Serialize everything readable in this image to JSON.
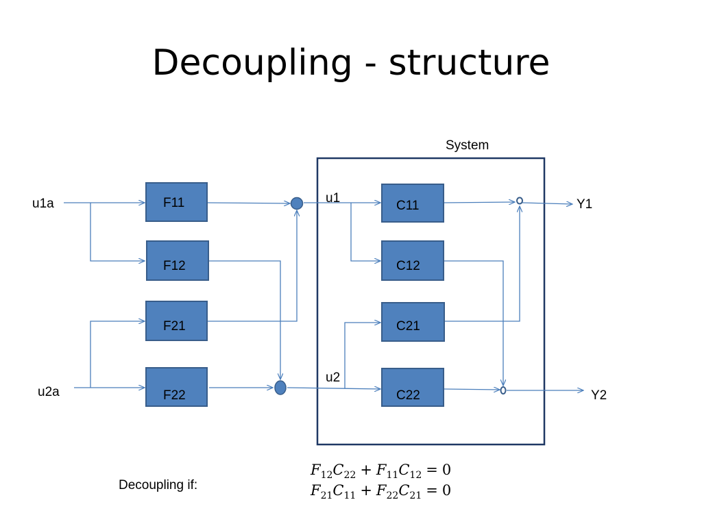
{
  "title": "Decoupling - structure",
  "system_label": "System",
  "inputs": {
    "u1a": "u1a",
    "u2a": "u2a"
  },
  "signals": {
    "u1": "u1",
    "u2": "u2"
  },
  "outputs": {
    "y1": "Y1",
    "y2": "Y2"
  },
  "decoupler_blocks": [
    "F11",
    "F12",
    "F21",
    "F22"
  ],
  "system_blocks": [
    "C11",
    "C12",
    "C21",
    "C22"
  ],
  "condition_label": "Decoupling if:",
  "colors": {
    "block_fill": "#4F81BD",
    "block_stroke": "#385D8A",
    "line": "#4A7EBB",
    "frame": "#1F3864"
  },
  "equations": [
    {
      "terms": [
        [
          "F",
          "12"
        ],
        [
          "C",
          "22"
        ],
        [
          "F",
          "11"
        ],
        [
          "C",
          "12"
        ]
      ],
      "op": "+",
      "rhs": "0"
    },
    {
      "terms": [
        [
          "F",
          "21"
        ],
        [
          "C",
          "11"
        ],
        [
          "F",
          "22"
        ],
        [
          "C",
          "21"
        ]
      ],
      "op": "+",
      "rhs": "0"
    }
  ]
}
